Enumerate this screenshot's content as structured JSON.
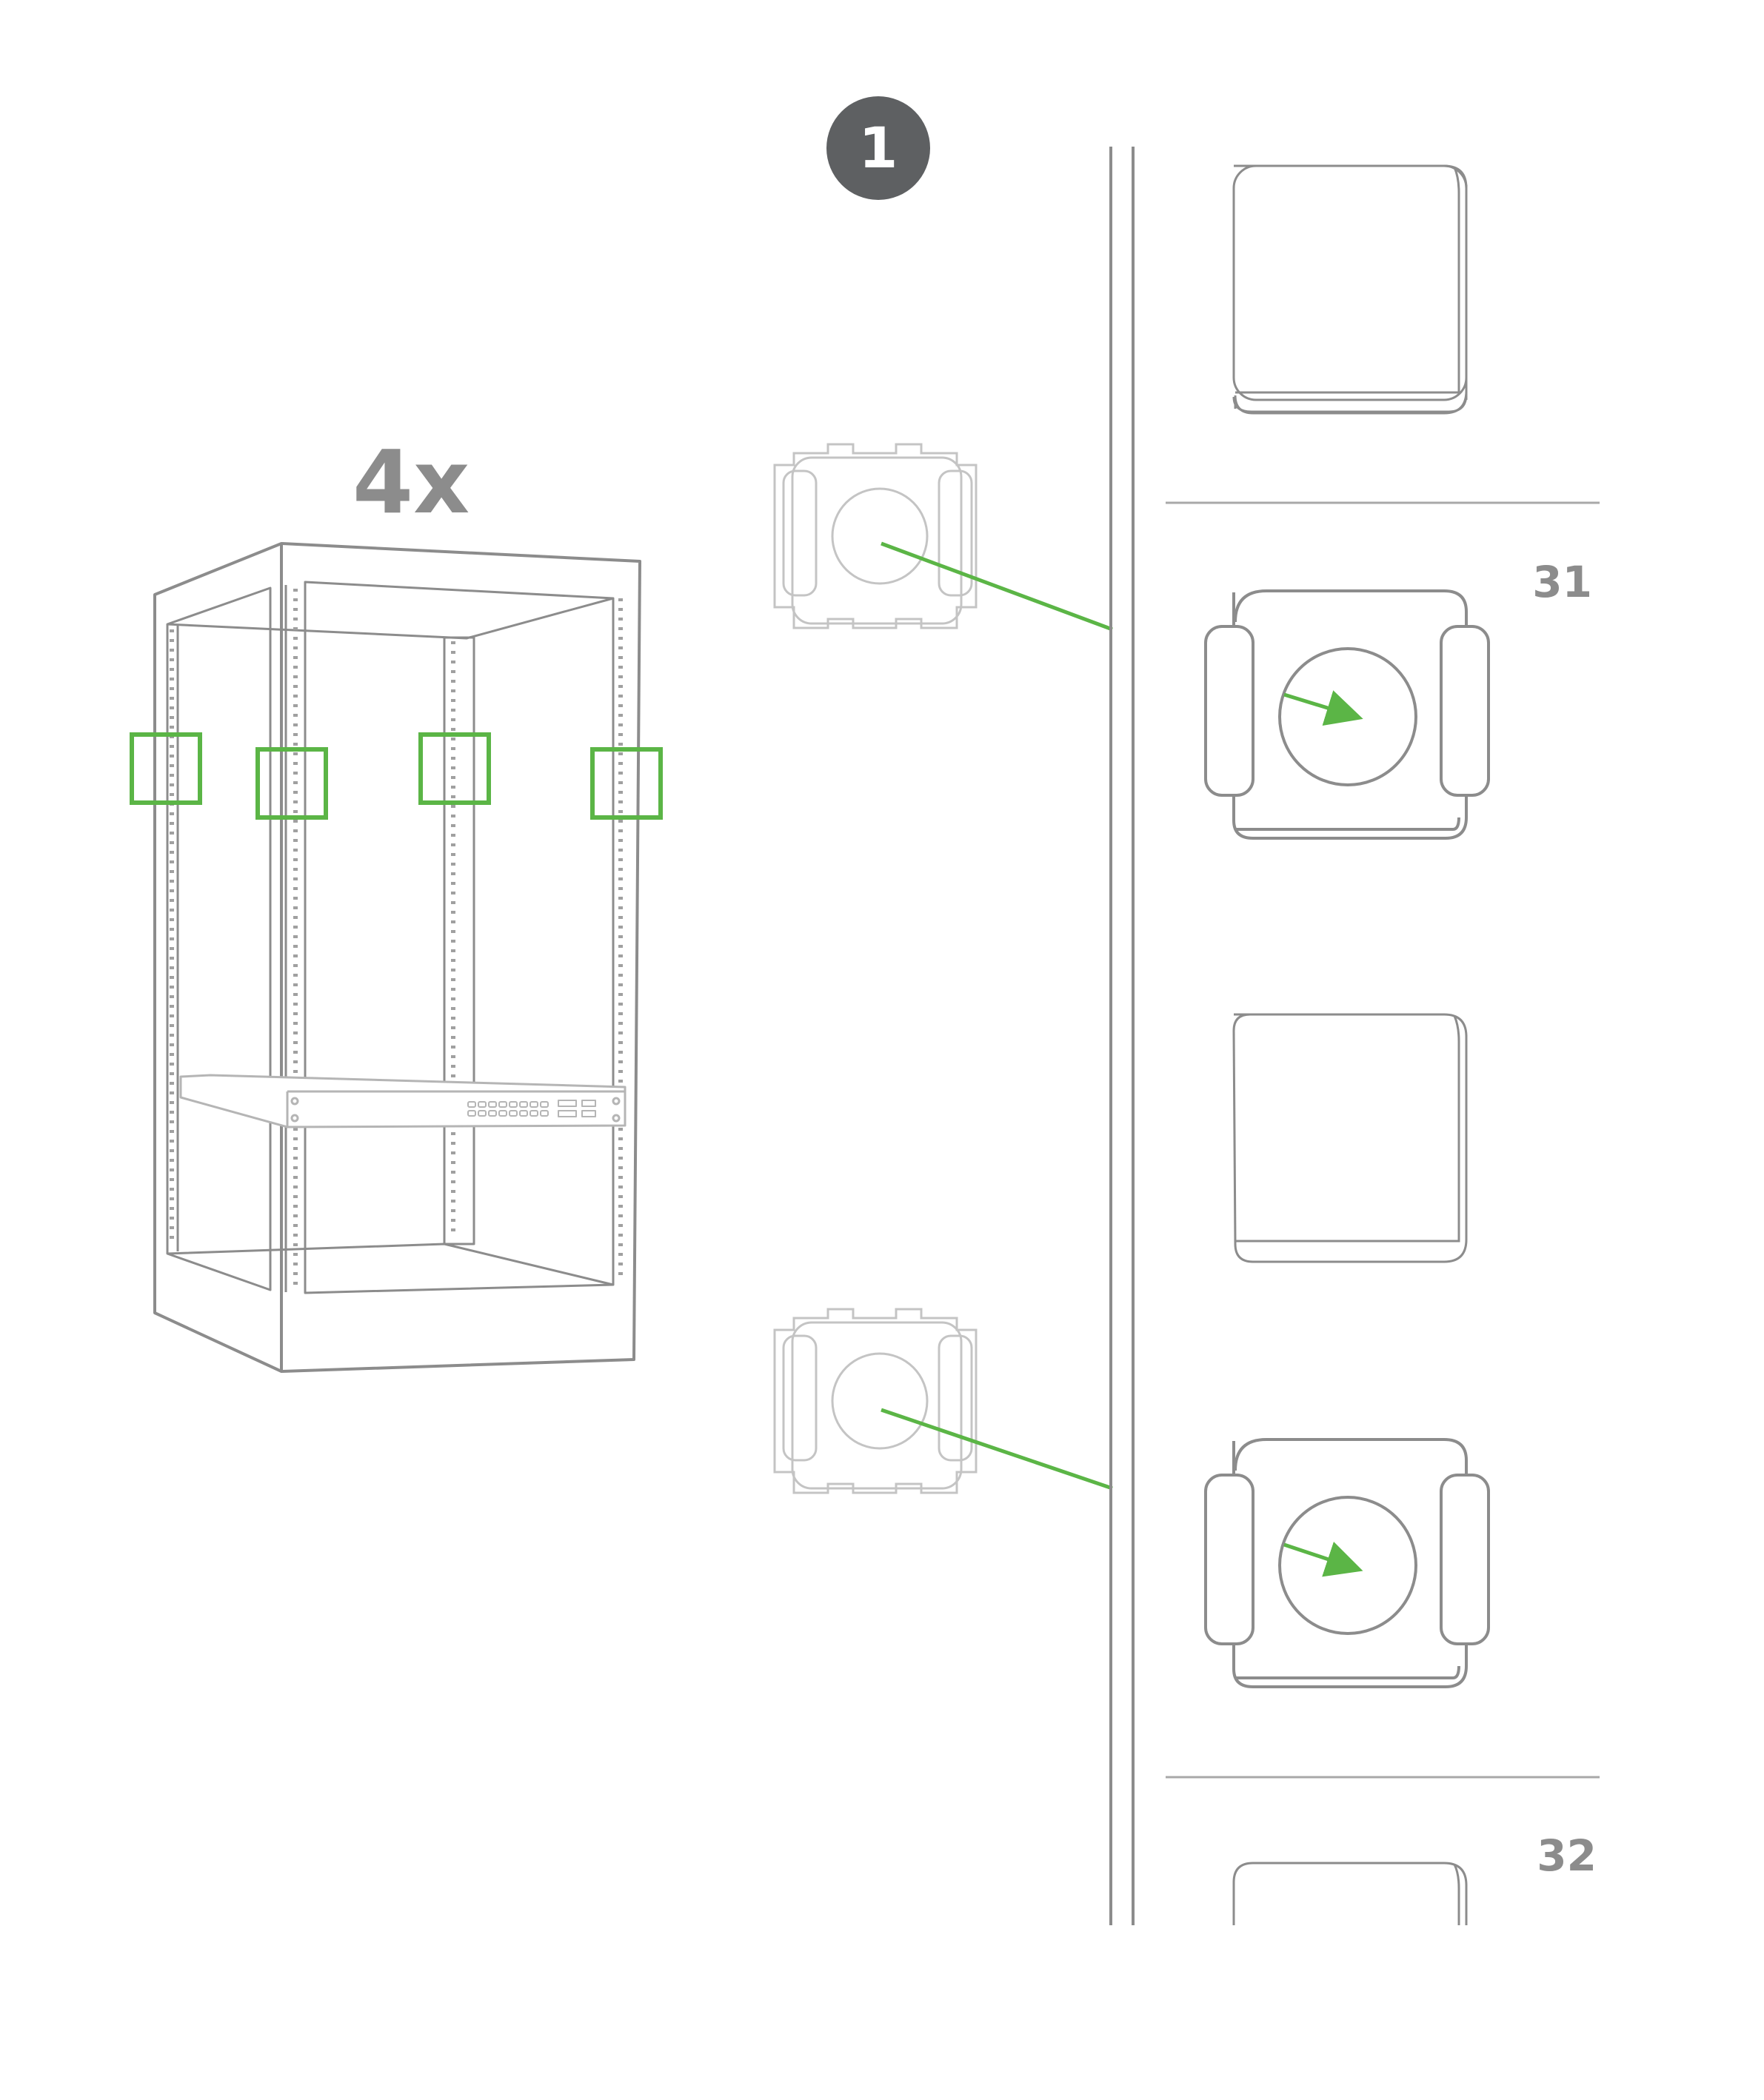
{
  "step": {
    "number": "1"
  },
  "quantity_label": "4x",
  "rack_units": [
    {
      "label": "31"
    },
    {
      "label": "32"
    }
  ],
  "colors": {
    "outline": "#8c8c8c",
    "light_outline": "#c4c4c4",
    "accent": "#5bb546",
    "badge": "#5e6062",
    "white": "#ffffff"
  },
  "icons": {
    "step_badge": "step-number-badge",
    "cabinet": "rack-cabinet-illustration",
    "cage_nut": "cage-nut-icon",
    "insert_arrow": "arrow-icon",
    "rail": "rack-rail-icon"
  }
}
